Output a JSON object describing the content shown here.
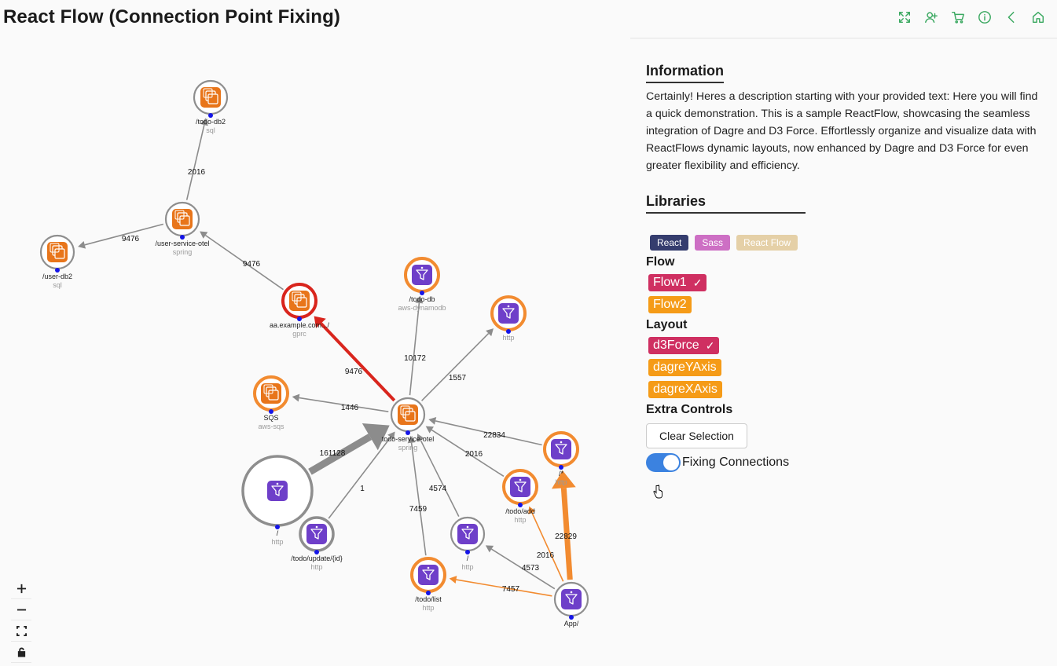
{
  "header": {
    "title": "React Flow (Connection Point Fixing)"
  },
  "toolbar": [
    {
      "name": "fullscreen-icon"
    },
    {
      "name": "user-add-icon"
    },
    {
      "name": "cart-icon"
    },
    {
      "name": "info-icon"
    },
    {
      "name": "back-icon"
    },
    {
      "name": "home-icon"
    }
  ],
  "colors": {
    "accent": "#3aa860",
    "red_edge": "#d9251d",
    "orange_edge": "#f28b30",
    "grey_edge": "#8c8c8c",
    "node_orange": "#e8751a",
    "node_purple": "#6e3fc9"
  },
  "graph": {
    "nodes": [
      {
        "id": "todo-db2",
        "label": "/todo-db2",
        "sub": "sql",
        "kind": "server"
      },
      {
        "id": "user-service-otel",
        "label": "/user-service-otel",
        "sub": "spring",
        "kind": "server"
      },
      {
        "id": "user-db2",
        "label": "/user-db2",
        "sub": "sql",
        "kind": "server"
      },
      {
        "id": "aa-example",
        "label": "aa.example.com.../",
        "sub": "gprc",
        "kind": "server"
      },
      {
        "id": "todo-db",
        "label": "/todo-db",
        "sub": "aws-dynamodb",
        "kind": "funnel"
      },
      {
        "id": "http-1",
        "label": "",
        "sub": "http",
        "kind": "funnel"
      },
      {
        "id": "sqs",
        "label": "SQS",
        "sub": "aws-sqs",
        "kind": "server"
      },
      {
        "id": "todo-service-otel",
        "label": "todo-service-otel",
        "sub": "spring",
        "kind": "server"
      },
      {
        "id": "root-http",
        "label": "/",
        "sub": "http",
        "kind": "funnel"
      },
      {
        "id": "todo-update",
        "label": "/todo/update/{id}",
        "sub": "http",
        "kind": "funnel"
      },
      {
        "id": "slash-http",
        "label": "/",
        "sub": "http",
        "kind": "funnel"
      },
      {
        "id": "todo-list",
        "label": "/todo/list",
        "sub": "http",
        "kind": "funnel"
      },
      {
        "id": "todo-add",
        "label": "/todo/add",
        "sub": "http",
        "kind": "funnel"
      },
      {
        "id": "star-http",
        "label": "/*",
        "sub": "http",
        "kind": "funnel"
      },
      {
        "id": "app",
        "label": "App/",
        "sub": "",
        "kind": "funnel"
      }
    ],
    "edge_labels": [
      "2016",
      "9476",
      "9476",
      "10172",
      "1557",
      "9476",
      "1446",
      "161128",
      "22834",
      "2016",
      "1",
      "4574",
      "7459",
      "4573",
      "2016",
      "22829",
      "7457"
    ]
  },
  "info": {
    "heading": "Information",
    "text": "Certainly! Heres a description starting with your provided text: Here you will find a quick demonstration. This is a sample ReactFlow, showcasing the seamless integration of Dagre and D3 Force. Effortlessly organize and visualize data with ReactFlows dynamic layouts, now enhanced by Dagre and D3 Force for even greater flexibility and efficiency."
  },
  "libraries": {
    "heading": "Libraries",
    "tags": [
      "React",
      "Sass",
      "React Flow"
    ]
  },
  "flow": {
    "heading": "Flow",
    "options": [
      "Flow1",
      "Flow2"
    ]
  },
  "layout": {
    "heading": "Layout",
    "options": [
      "d3Force",
      "dagreYAxis",
      "dagreXAxis"
    ]
  },
  "extra": {
    "heading": "Extra Controls",
    "clear_label": "Clear Selection",
    "toggle_label": "Fixing Connections"
  },
  "check_mark": "✓"
}
